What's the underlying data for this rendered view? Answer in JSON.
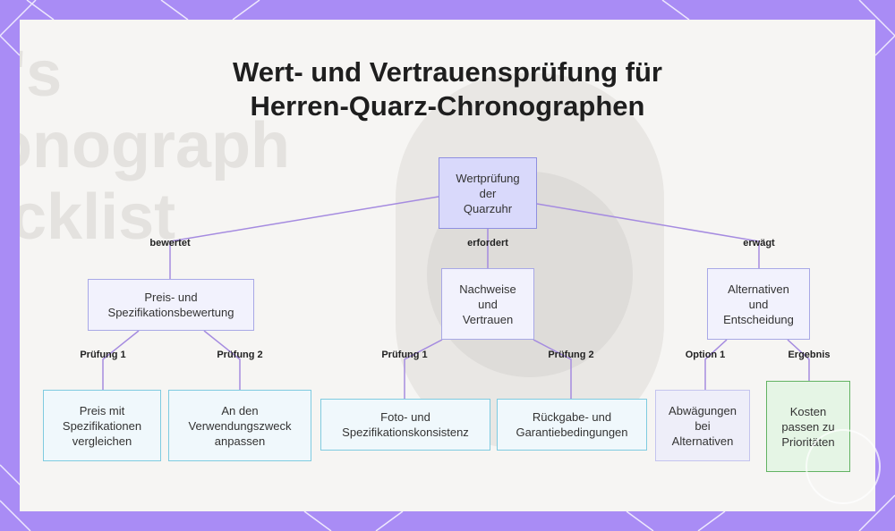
{
  "title_line1": "Wert- und Vertrauensprüfung für",
  "title_line2": "Herren-Quarz-Chronographen",
  "background_words": [
    "'s",
    "onograph",
    "cklist"
  ],
  "nodes": {
    "root": "Wertprüfung\nder\nQuarzuhr",
    "price": "Preis- und\nSpezifikationsbewertung",
    "proof": "Nachweise\nund\nVertrauen",
    "alt": "Alternativen\nund\nEntscheidung",
    "compare": "Preis mit\nSpezifikationen\nvergleichen",
    "usage": "An den\nVerwendungszweck\nanpassen",
    "photo": "Foto- und\nSpezifikationskonsistenz",
    "return": "Rückgabe- und\nGarantiebedingungen",
    "weigh": "Abwägungen\nbei\nAlternativen",
    "costs": "Kosten\npassen zu\nPrioritäten"
  },
  "edges": {
    "rates": "bewertet",
    "requires": "erfordert",
    "considers": "erwägt",
    "check1a": "Prüfung 1",
    "check2a": "Prüfung 2",
    "check1b": "Prüfung 1",
    "check2b": "Prüfung 2",
    "option1": "Option 1",
    "result": "Ergebnis"
  },
  "colors": {
    "frame": "#a98cf5",
    "line": "#a58be0",
    "root_fill": "#d9d9fb",
    "leaf_border": "#7fcbe0",
    "result_border": "#63b363"
  }
}
